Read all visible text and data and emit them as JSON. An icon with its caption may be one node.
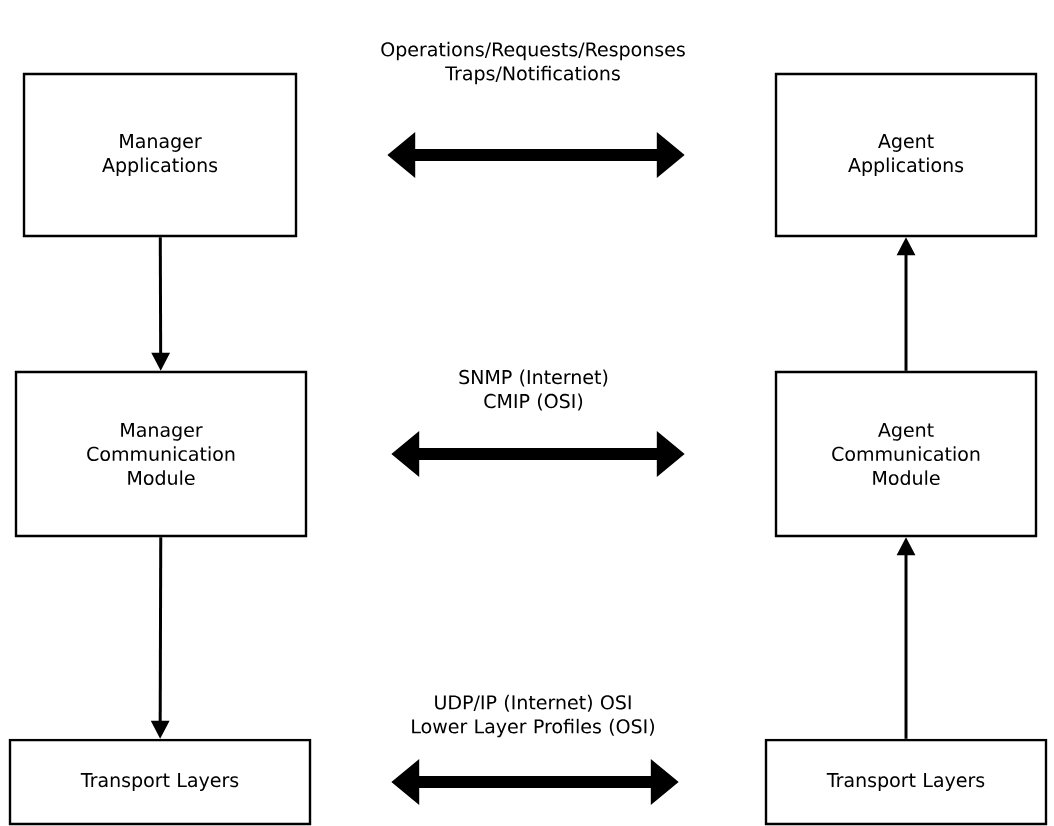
{
  "diagram": {
    "nodes": [
      {
        "text": [
          "Manager Applications"
        ]
      },
      {
        "text": [
          "Agent Applications"
        ]
      },
      {
        "text": [
          "Manager Communication Module"
        ]
      },
      {
        "text": [
          "Agent Communication Module"
        ]
      },
      {
        "text": [
          "Transport Layers"
        ]
      },
      {
        "text": [
          "Transport Layers"
        ]
      }
    ],
    "edges": [
      {
        "from": 0,
        "to": 2,
        "arrow": "to"
      },
      {
        "from": 2,
        "to": 4,
        "arrow": "to"
      },
      {
        "from": 5,
        "to": 3,
        "arrow": "to"
      },
      {
        "from": 3,
        "to": 1,
        "arrow": "to"
      },
      {
        "from": 0,
        "to": 1,
        "arrow": "both",
        "style": "thick",
        "label": "Operations/Requests/Responses Traps/Notifications"
      },
      {
        "from": 2,
        "to": 3,
        "arrow": "both",
        "style": "thick",
        "label": "SNMP (Internet) CMIP (OSI)"
      },
      {
        "from": 4,
        "to": 5,
        "arrow": "both",
        "style": "thick",
        "label": "UDP/IP (Internet) OSI Lower Layer Profiles (OSI)"
      }
    ]
  }
}
